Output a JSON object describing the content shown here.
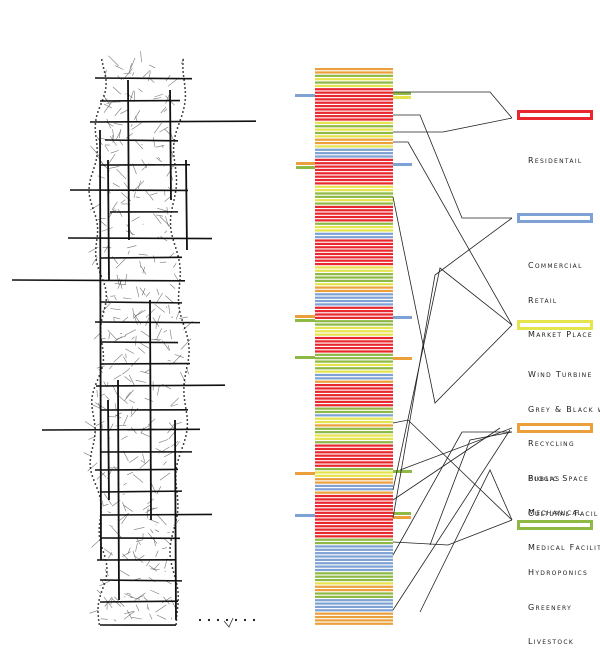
{
  "colors": {
    "residential": "#e8282e",
    "commercial": "#7fa2d4",
    "energy": "#e6e44d",
    "public": "#eba03c",
    "green": "#8db944",
    "ink": "#111111"
  },
  "legend": [
    {
      "key": "residential",
      "lines": [
        "Residentail"
      ]
    },
    {
      "key": "commercial",
      "lines": [
        "Commercial",
        "Retail",
        "Market Place"
      ]
    },
    {
      "key": "energy",
      "lines": [
        "Wind Turbine",
        "Grey & Black w",
        "Recycling",
        "Biogas",
        "Mechanical"
      ]
    },
    {
      "key": "public",
      "lines": [
        "Public Space",
        "Cultural Facil",
        "Medical Facilit"
      ]
    },
    {
      "key": "green",
      "lines": [
        "Hydroponics",
        "Greenery",
        "Livestock"
      ]
    }
  ],
  "stack_sequence": "PPGYGYRRRRRRRRRRYGYGYPPYBBBRRRRRRRRYYGGYGRRRRRGYYBBRRRRRRRRYYGGGYPPBBBBRRRRGGYYYRRRRRGGGYGYBBPRRRRRRRGGBYYPGGYYGRRRRRRRGYYPPBBPRRRRRRRRRRRRRGGBBBBBBBBGGGYPPGGBBBBPPPP"
}
